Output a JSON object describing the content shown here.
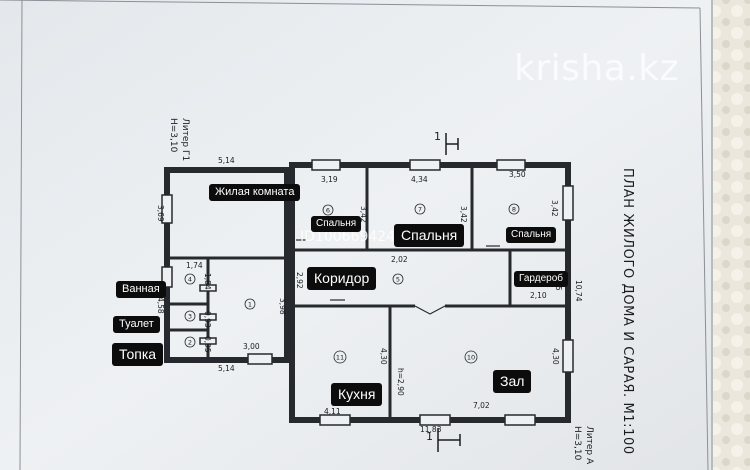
{
  "title": "ПЛАН ЖИЛОГО ДОМА И САРАЯ. М1:100",
  "watermark": "krisha.kz",
  "listing_id": "ID1006694248",
  "liters": {
    "g1": "Литер Г1",
    "g1_height": "H=3,10",
    "a": "Литер А",
    "a_height": "H=3,10"
  },
  "section_marks": [
    "1",
    "1"
  ],
  "dimensions": {
    "shed_top": "5,14",
    "shed_bottom": "5,14",
    "shed_left": "3,69",
    "shed_left_low": "4,58",
    "bath_w": "1,74",
    "bath_h": "1,84",
    "toilet_h": "0,93",
    "furnace_h": "0,95",
    "shed_room_w": "3,00",
    "shed_room_h": "3,98",
    "passage_w": "2,92",
    "room6_w": "3,19",
    "room7_w": "4,34",
    "room8_w": "3,50",
    "rooms_h1": "3,42",
    "rooms_h2": "3,42",
    "rooms_h3": "3,42",
    "corridor_h": "2,02",
    "wardrobe_w": "2,10",
    "wardrobe_h": "1,15",
    "house_right": "10,74",
    "kitchen_h": "4,30",
    "hall_h": "4,30",
    "hall_w": "7,02",
    "kitchen_ceiling": "h=2,90",
    "kitchen_w": "4,11",
    "house_bottom": "11,83"
  },
  "room_numbers": {
    "r1": "1",
    "r2": "2",
    "r3": "3",
    "r4": "4",
    "r5": "5",
    "r6": "6",
    "r7": "7",
    "r8": "8",
    "r10": "10",
    "r11": "11"
  },
  "labels": {
    "living_room": "Жилая комната",
    "bathroom": "Ванная",
    "toilet": "Туалет",
    "furnace": "Топка",
    "bedroom_6": "Спальня",
    "bedroom_7": "Спальня",
    "bedroom_8": "Спальня",
    "corridor": "Коридор",
    "wardrobe": "Гардероб",
    "kitchen": "Кухня",
    "hall": "Зал"
  }
}
